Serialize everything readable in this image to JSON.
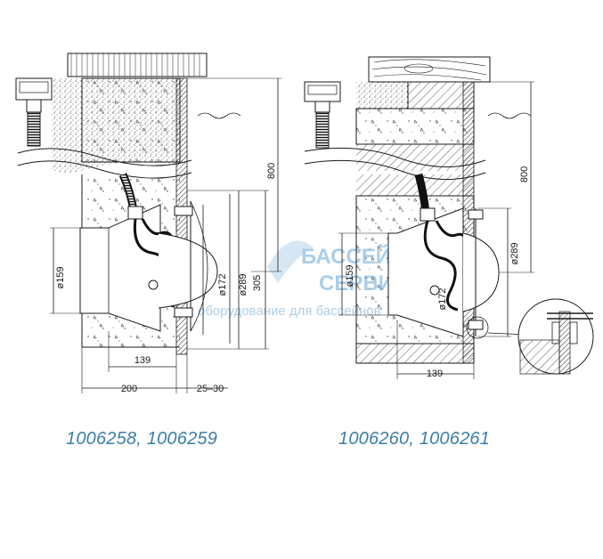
{
  "diagrams": [
    {
      "caption": "1006258, 1006259",
      "dimensions": {
        "d1": "ø159",
        "d2": "ø172",
        "d3": "ø289",
        "h1": "305",
        "h2": "800",
        "w1": "139",
        "w2": "200",
        "w3": "25–30"
      }
    },
    {
      "caption": "1006260, 1006261",
      "dimensions": {
        "d1": "ø159",
        "d2": "ø172",
        "d3": "ø289",
        "h2": "800",
        "w1": "139"
      }
    }
  ],
  "watermark": {
    "line1": "БАССЕЙН",
    "line2": "СЕРВИС",
    "line3": "оборудование для бассейнов"
  },
  "colors": {
    "line": "#1a1a1a",
    "caption": "#3d7ea6",
    "watermark": "#9ec6e4"
  }
}
